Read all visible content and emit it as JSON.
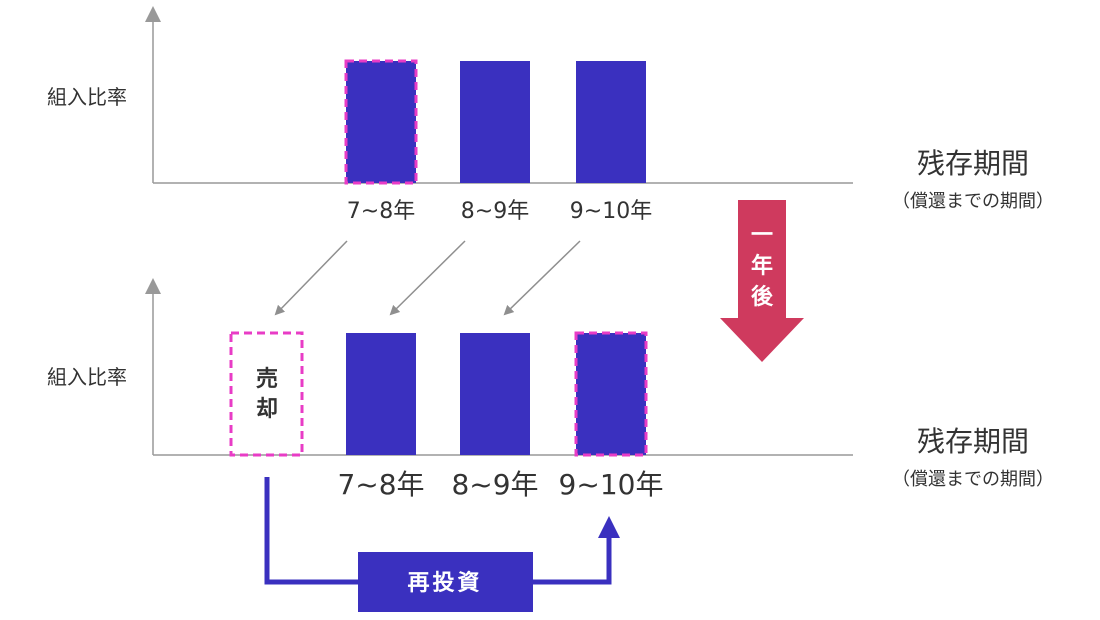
{
  "labels": {
    "y_axis_top": "組入比率",
    "y_axis_bottom": "組入比率",
    "x_axis_title_top": "残存期間",
    "x_axis_subtitle_top": "（償還までの期間）",
    "x_axis_title_bottom": "残存期間",
    "x_axis_subtitle_bottom": "（償還までの期間）",
    "sold": "売却",
    "reinvest": "再投資",
    "one_year_later": "一年後"
  },
  "colors": {
    "bar": "#3a30bf",
    "highlight_dash": "#e83cc6",
    "axis": "#999999",
    "shift_arrow": "#8f8f8f",
    "year_arrow": "#cf3a5e",
    "reinvest_flow": "#3a30bf",
    "text": "#333333"
  },
  "chart_data": [
    {
      "type": "bar",
      "categories": [
        "7~8年",
        "8~9年",
        "9~10年"
      ],
      "values": [
        1,
        1,
        1
      ],
      "ylabel": "組入比率",
      "xlabel": "残存期間（償還までの期間）",
      "highlighted": [
        "7~8年"
      ]
    },
    {
      "type": "bar",
      "categories": [
        "7~8年",
        "8~9年",
        "9~10年"
      ],
      "values": [
        1,
        1,
        1
      ],
      "ylabel": "組入比率",
      "xlabel": "残存期間（償還までの期間）",
      "highlighted": [
        "9~10年"
      ],
      "sold_label": "売却"
    }
  ]
}
